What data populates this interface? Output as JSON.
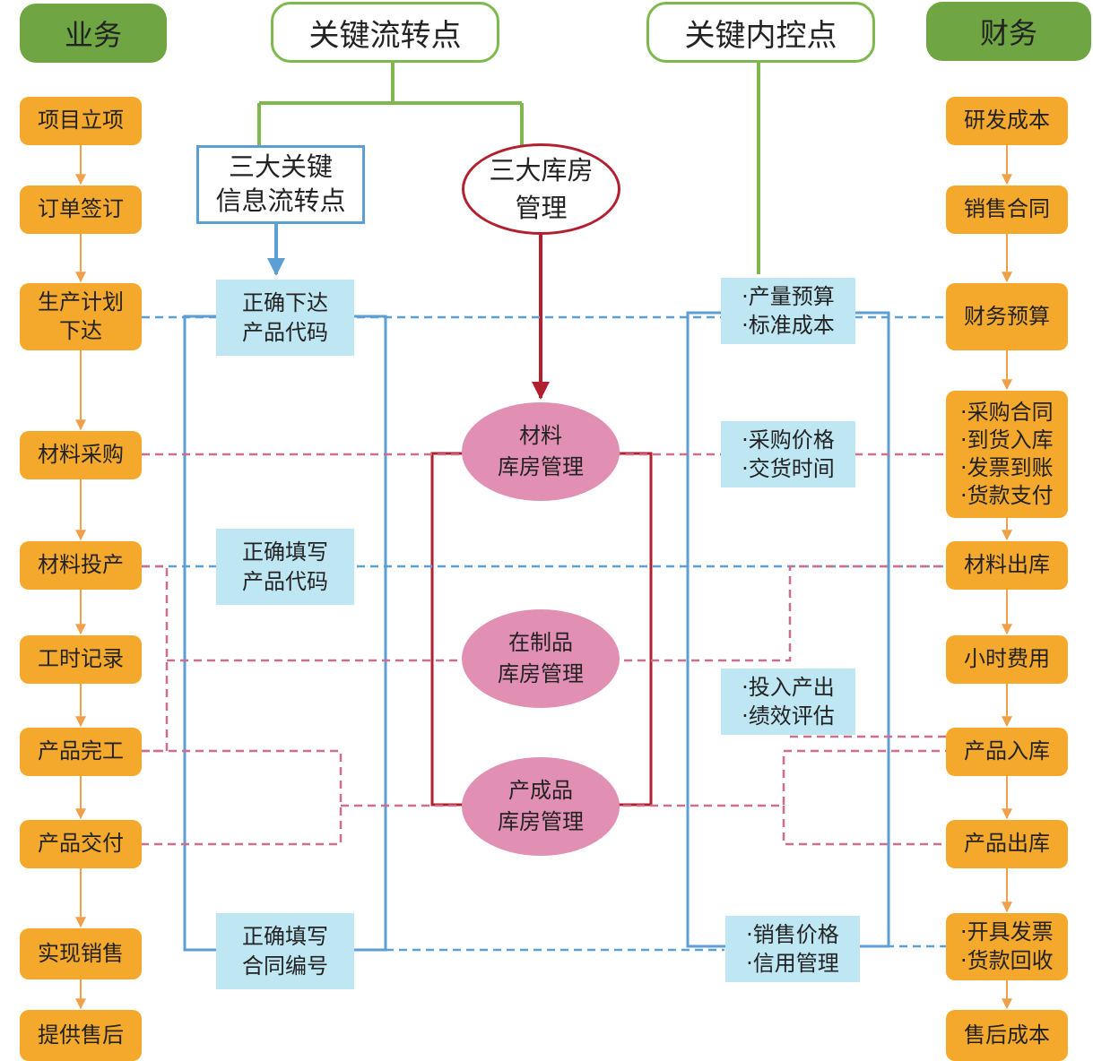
{
  "headers": {
    "business": "业务",
    "key_flow": "关键流转点",
    "key_control": "关键内控点",
    "finance": "财务"
  },
  "center": {
    "info_flow": [
      "三大关键",
      "信息流转点"
    ],
    "warehouse_mgmt": [
      "三大库房",
      "管理"
    ]
  },
  "business_steps": [
    [
      "项目立项"
    ],
    [
      "订单签订"
    ],
    [
      "生产计划",
      "下达"
    ],
    [
      "材料采购"
    ],
    [
      "材料投产"
    ],
    [
      "工时记录"
    ],
    [
      "产品完工"
    ],
    [
      "产品交付"
    ],
    [
      "实现销售"
    ],
    [
      "提供售后"
    ]
  ],
  "finance_steps": [
    [
      "研发成本"
    ],
    [
      "销售合同"
    ],
    [
      "财务预算"
    ],
    [
      "·采购合同",
      "·到货入库",
      "·发票到账",
      "·货款支付"
    ],
    [
      "材料出库"
    ],
    [
      "小时费用"
    ],
    [
      "产品入库"
    ],
    [
      "产品出库"
    ],
    [
      "·开具发票",
      "·货款回收"
    ],
    [
      "售后成本"
    ]
  ],
  "info_points": [
    [
      "正确下达",
      "产品代码"
    ],
    [
      "正确填写",
      "产品代码"
    ],
    [
      "正确填写",
      "合同编号"
    ]
  ],
  "warehouses": [
    [
      "材料",
      "库房管理"
    ],
    [
      "在制品",
      "库房管理"
    ],
    [
      "产成品",
      "库房管理"
    ]
  ],
  "control_points": [
    [
      "·产量预算",
      "·标准成本"
    ],
    [
      "·采购价格",
      "·交货时间"
    ],
    [
      "·投入产出",
      "·绩效评估"
    ],
    [
      "·销售价格",
      "·信用管理"
    ]
  ],
  "colors": {
    "green": "#6fa542",
    "green_line": "#7fb94e",
    "orange": "#f4a92d",
    "orange_arrow": "#f0a04b",
    "cyan": "#bfe6f3",
    "pink": "#e18fb3",
    "blue_line": "#5b9fd4",
    "red_line": "#b22030",
    "pink_dash": "#cc6f8f"
  }
}
